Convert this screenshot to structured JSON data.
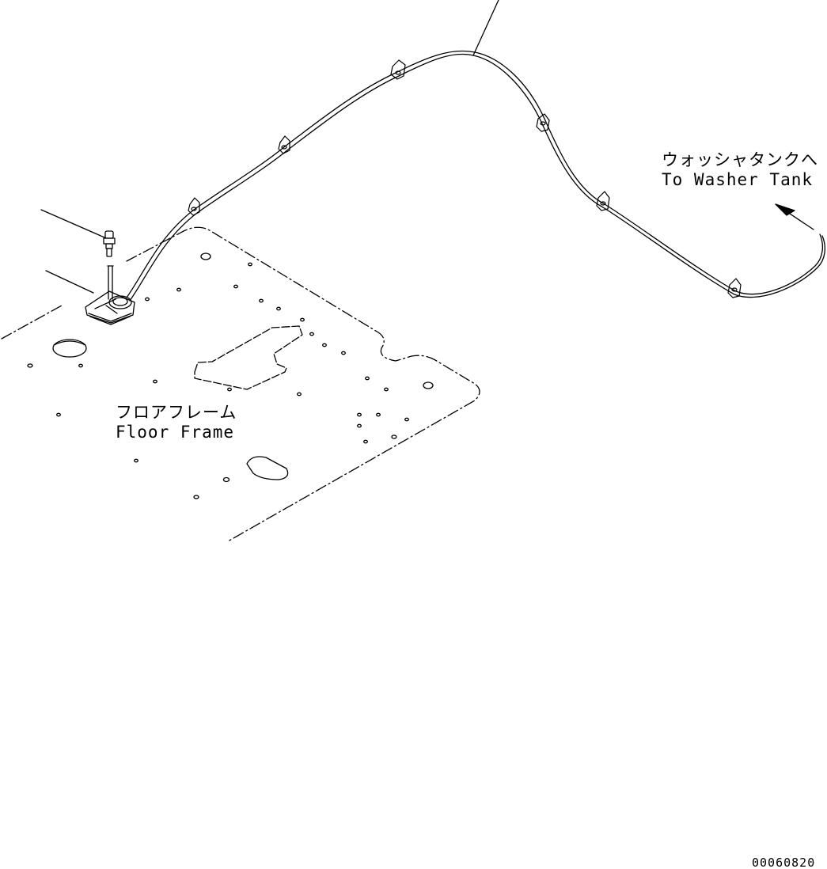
{
  "labels": {
    "washer_tank_jp": "ウォッシャタンクへ",
    "washer_tank_en": "To Washer Tank",
    "floor_frame_jp": "フロアフレーム",
    "floor_frame_en": "Floor Frame"
  },
  "drawing_number": "00060820",
  "colors": {
    "line": "#000000",
    "background": "#ffffff"
  }
}
